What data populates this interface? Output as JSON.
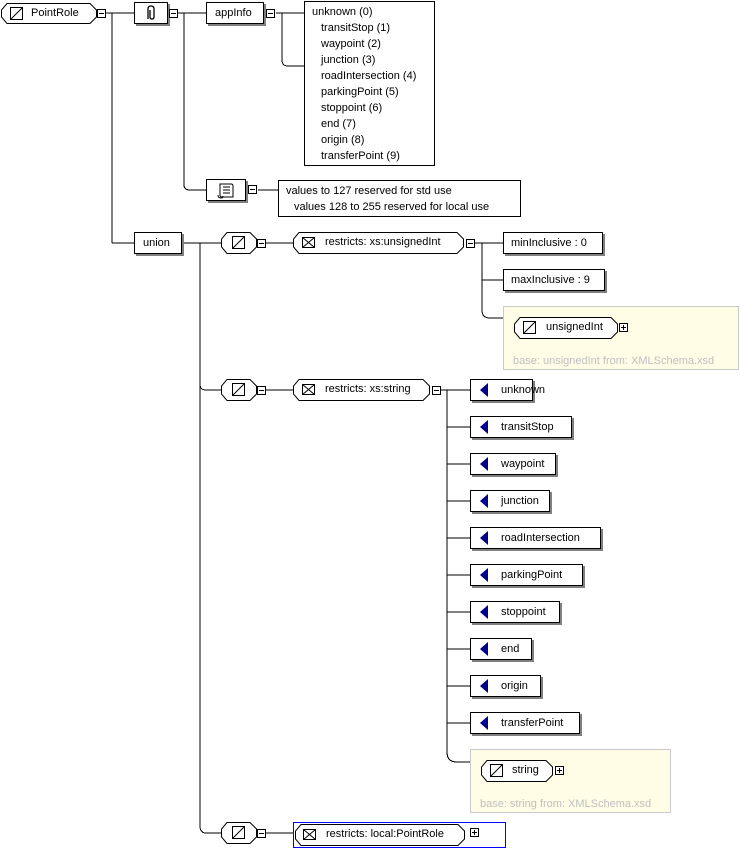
{
  "root": {
    "label": "PointRole"
  },
  "annotation": {
    "appinfo_label": "appInfo",
    "appinfo_lines": [
      "unknown (0)",
      "transitStop (1)",
      "waypoint (2)",
      "junction (3)",
      "roadIntersection (4)",
      "parkingPoint (5)",
      "stoppoint (6)",
      "end (7)",
      "origin (8)",
      "transferPoint (9)"
    ],
    "documentation_lines": [
      "values to 127 reserved for std use",
      "values 128 to 255 reserved for local use"
    ]
  },
  "union": {
    "label": "union",
    "restriction1": {
      "label": "restricts: xs:unsignedInt",
      "facets": [
        "minInclusive : 0",
        "maxInclusive : 9"
      ],
      "base_type": "unsignedInt",
      "base_caption": "base: unsignedInt from: XMLSchema.xsd"
    },
    "restriction2": {
      "label": "restricts: xs:string",
      "enumerations": [
        "unknown",
        "transitStop",
        "waypoint",
        "junction",
        "roadIntersection",
        "parkingPoint",
        "stoppoint",
        "end",
        "origin",
        "transferPoint"
      ],
      "base_type": "string",
      "base_caption": "base: string from: XMLSchema.xsd"
    },
    "restriction3": {
      "label": "restricts: local:PointRole"
    }
  },
  "colors": {
    "enum_marker": "#00008b",
    "selected_border": "#0000ff",
    "note_background": "#fffde6",
    "caption_gray": "#c0c0c0"
  }
}
